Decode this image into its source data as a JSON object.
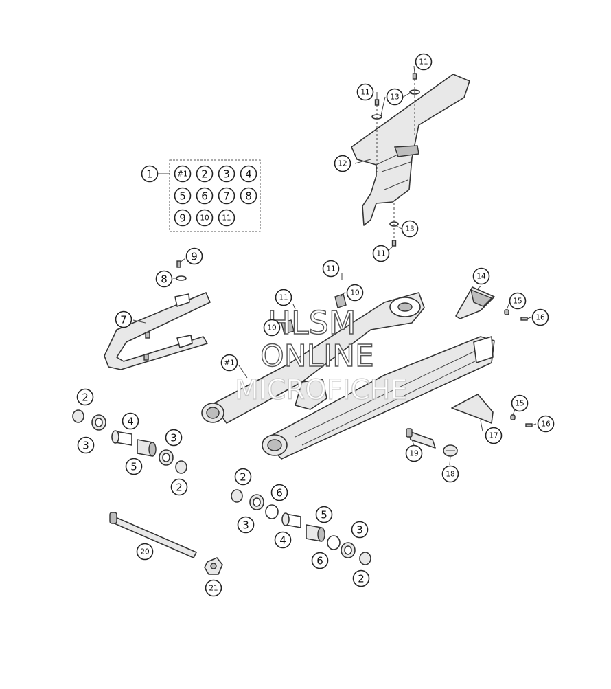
{
  "callouts": [
    {
      "label": "1"
    },
    {
      "label": "#1"
    },
    {
      "label": "2"
    },
    {
      "label": "3"
    },
    {
      "label": "4"
    },
    {
      "label": "5"
    },
    {
      "label": "6"
    },
    {
      "label": "7"
    },
    {
      "label": "8"
    },
    {
      "label": "9"
    },
    {
      "label": "10"
    },
    {
      "label": "11"
    },
    {
      "label": "11"
    },
    {
      "label": "13"
    },
    {
      "label": "11"
    },
    {
      "label": "12"
    },
    {
      "label": "13"
    },
    {
      "label": "11"
    },
    {
      "label": "9"
    },
    {
      "label": "8"
    },
    {
      "label": "7"
    },
    {
      "label": "11"
    },
    {
      "label": "10"
    },
    {
      "label": "11"
    },
    {
      "label": "10"
    },
    {
      "label": "14"
    },
    {
      "label": "15"
    },
    {
      "label": "16"
    },
    {
      "label": "#1"
    },
    {
      "label": "15"
    },
    {
      "label": "16"
    },
    {
      "label": "17"
    },
    {
      "label": "19"
    },
    {
      "label": "18"
    },
    {
      "label": "2"
    },
    {
      "label": "3"
    },
    {
      "label": "4"
    },
    {
      "label": "5"
    },
    {
      "label": "3"
    },
    {
      "label": "2"
    },
    {
      "label": "2"
    },
    {
      "label": "3"
    },
    {
      "label": "6"
    },
    {
      "label": "4"
    },
    {
      "label": "5"
    },
    {
      "label": "6"
    },
    {
      "label": "3"
    },
    {
      "label": "2"
    },
    {
      "label": "20"
    },
    {
      "label": "21"
    }
  ],
  "watermark": {
    "line1": "HLSM",
    "line2": "ONLINE",
    "line3": "MICROFICHE"
  }
}
